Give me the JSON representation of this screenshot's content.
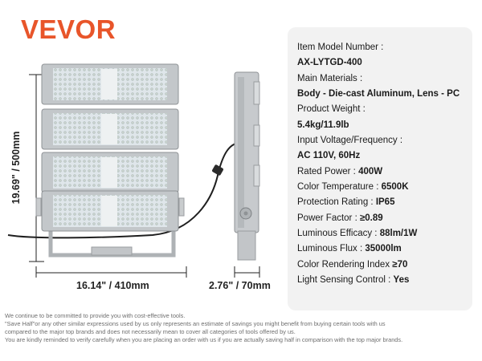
{
  "brand": {
    "logo_text": "VEVOR",
    "color": "#e8552a"
  },
  "dimensions": {
    "height": "19.69\" / 500mm",
    "width": "16.14\" / 410mm",
    "depth": "2.76\" / 70mm"
  },
  "specs": [
    {
      "label": "Item Model Number :",
      "value": ""
    },
    {
      "label": "",
      "value": "AX-LYTGD-400"
    },
    {
      "label": "Main Materials :",
      "value": ""
    },
    {
      "label": "",
      "value": "Body - Die-cast Aluminum, Lens - PC"
    },
    {
      "label": "Product Weight :",
      "value": ""
    },
    {
      "label": "",
      "value": "5.4kg/11.9lb"
    },
    {
      "label": "Input Voltage/Frequency :",
      "value": ""
    },
    {
      "label": "",
      "value": "AC 110V, 60Hz"
    },
    {
      "label": "Rated Power : ",
      "value": "400W"
    },
    {
      "label": "Color Temperature : ",
      "value": "6500K"
    },
    {
      "label": "Protection Rating : ",
      "value": "IP65"
    },
    {
      "label": "Power Factor : ",
      "value": "≥0.89"
    },
    {
      "label": "Luminous Efficacy : ",
      "value": "88lm/1W"
    },
    {
      "label": "Luminous Flux : ",
      "value": "35000lm"
    },
    {
      "label": "Color Rendering Index ",
      "value": "≥70"
    },
    {
      "label": "Light Sensing Control : ",
      "value": "Yes"
    }
  ],
  "disclaimer": [
    "We continue to be committed to provide you with cost-effective tools.",
    "\"Save Half\"or any other similar expressions used by us only represents an estimate of savings you might benefit from buying certain tools with us",
    "compared to the major top brands and does not necessarily mean to cover all categories of tools offered by us.",
    "You are kindly reminded to verify carefully when you are placing an order with us if you are actually saving half in comparison with the top major brands."
  ]
}
